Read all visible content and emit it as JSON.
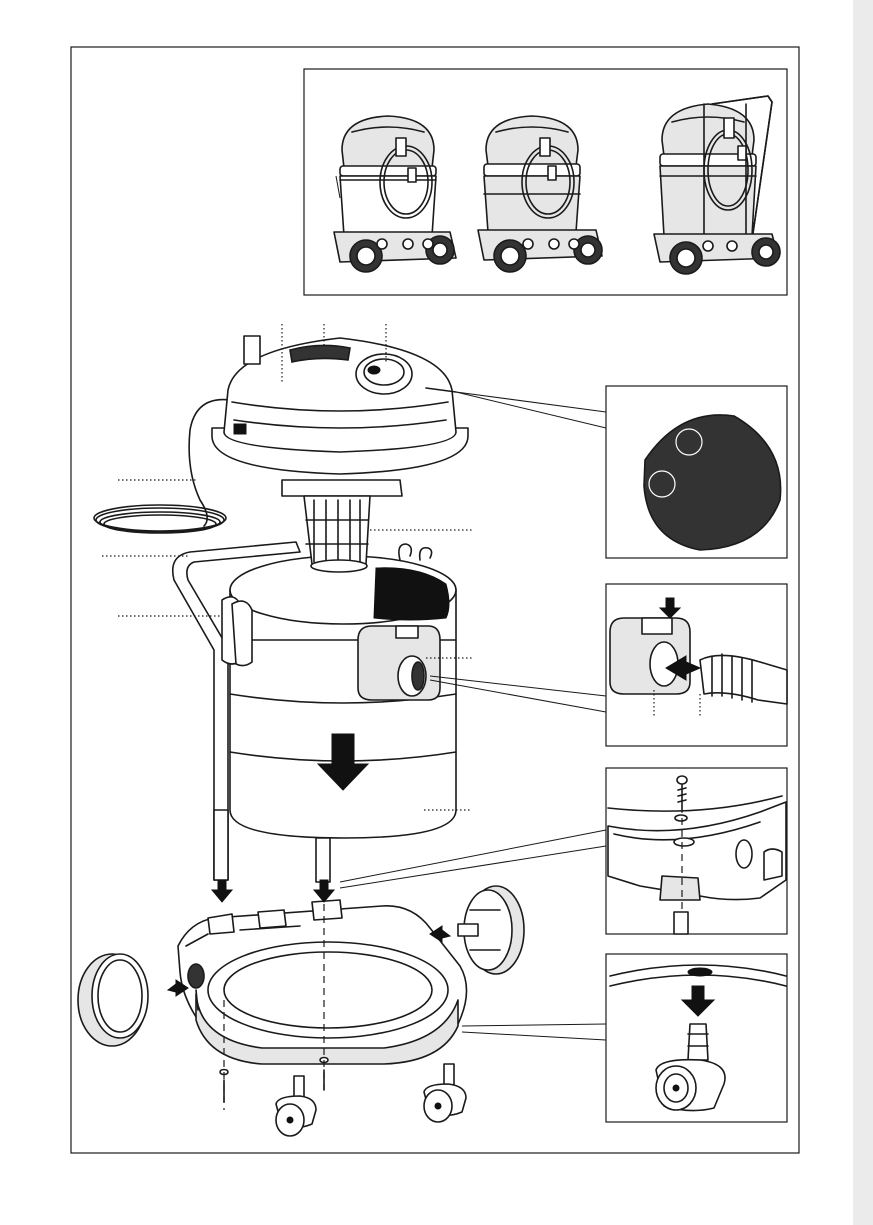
{
  "colors": {
    "line": "#1a1a1a",
    "fill_light": "#e6e6e6",
    "fill_dark": "#333333",
    "strip": "#ebebeb"
  },
  "figure": {
    "variants_panel": {
      "models": [
        "compact-model",
        "standard-model",
        "trolley-model"
      ]
    },
    "main_assembly": {
      "parts": [
        "motor-head",
        "filter-cartridge",
        "dust-container",
        "push-handle",
        "power-cord",
        "hose-inlet",
        "trolley-base",
        "side-wheel",
        "caster-wheel",
        "screw"
      ]
    },
    "detail_panels": [
      "lid-knob-detail",
      "hose-connection-detail",
      "base-screw-detail",
      "caster-insertion-detail"
    ]
  }
}
